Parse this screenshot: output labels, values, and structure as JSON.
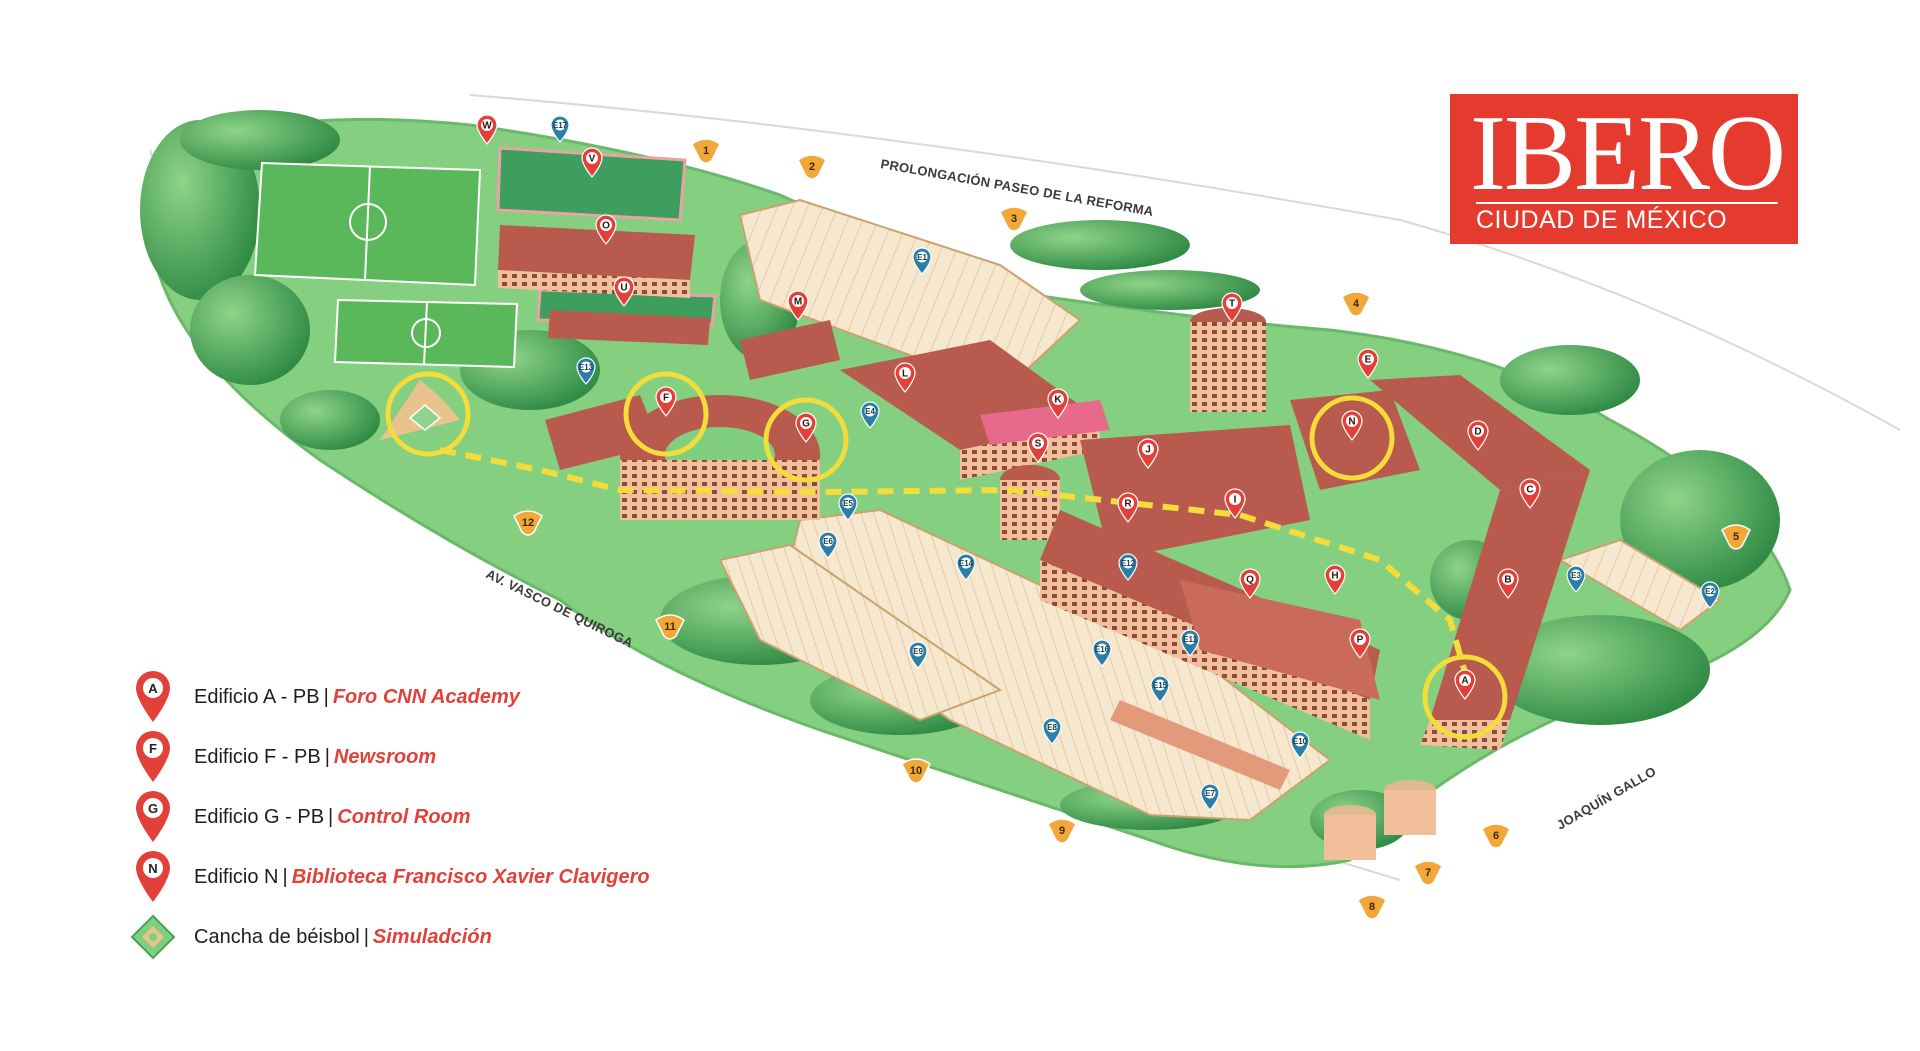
{
  "logo": {
    "main": "IBERO",
    "sub": "CIUDAD DE MÉXICO",
    "color": "#e53b2e"
  },
  "streets": {
    "north": "PROLONGACIÓN PASEO DE LA REFORMA",
    "west": "AV. VASCO DE QUIROGA",
    "east": "JOAQUÍN GALLO"
  },
  "gates": [
    "1",
    "2",
    "3",
    "4",
    "5",
    "6",
    "7",
    "8",
    "9",
    "10",
    "11",
    "12"
  ],
  "buildings": [
    "A",
    "B",
    "C",
    "D",
    "E",
    "F",
    "G",
    "H",
    "I",
    "J",
    "K",
    "L",
    "M",
    "N",
    "O",
    "P",
    "Q",
    "R",
    "S",
    "T",
    "U",
    "V",
    "W"
  ],
  "parking": [
    "E1",
    "E2",
    "E3",
    "E4",
    "E5",
    "E6",
    "E7",
    "E8",
    "E9",
    "E10",
    "E11",
    "E12",
    "E13",
    "E14",
    "E15",
    "E16",
    "E17"
  ],
  "legend": [
    {
      "icon": "pin",
      "letter": "A",
      "label": "Edificio A - PB",
      "sep": "|",
      "highlight": "Foro CNN Academy"
    },
    {
      "icon": "pin",
      "letter": "F",
      "label": "Edificio F - PB",
      "sep": "|",
      "highlight": "Newsroom"
    },
    {
      "icon": "pin",
      "letter": "G",
      "label": "Edificio G - PB",
      "sep": "|",
      "highlight": "Control Room"
    },
    {
      "icon": "pin",
      "letter": "N",
      "label": "Edificio N",
      "sep": "|",
      "highlight": "Biblioteca Francisco Xavier Clavigero"
    },
    {
      "icon": "baseball-diamond",
      "letter": "",
      "label": "Cancha de béisbol",
      "sep": "|",
      "highlight": "Simuladción"
    }
  ],
  "colors": {
    "trees": "#4aa35a",
    "grass": "#7fcf7f",
    "building": "#b85a4e",
    "facade": "#eeb38f",
    "parking": "#f3e3c8",
    "highlight_ring": "#f4dd3a",
    "pin": "#e2413a",
    "parking_pin": "#2a7ea8",
    "gate": "#f2a73a"
  }
}
